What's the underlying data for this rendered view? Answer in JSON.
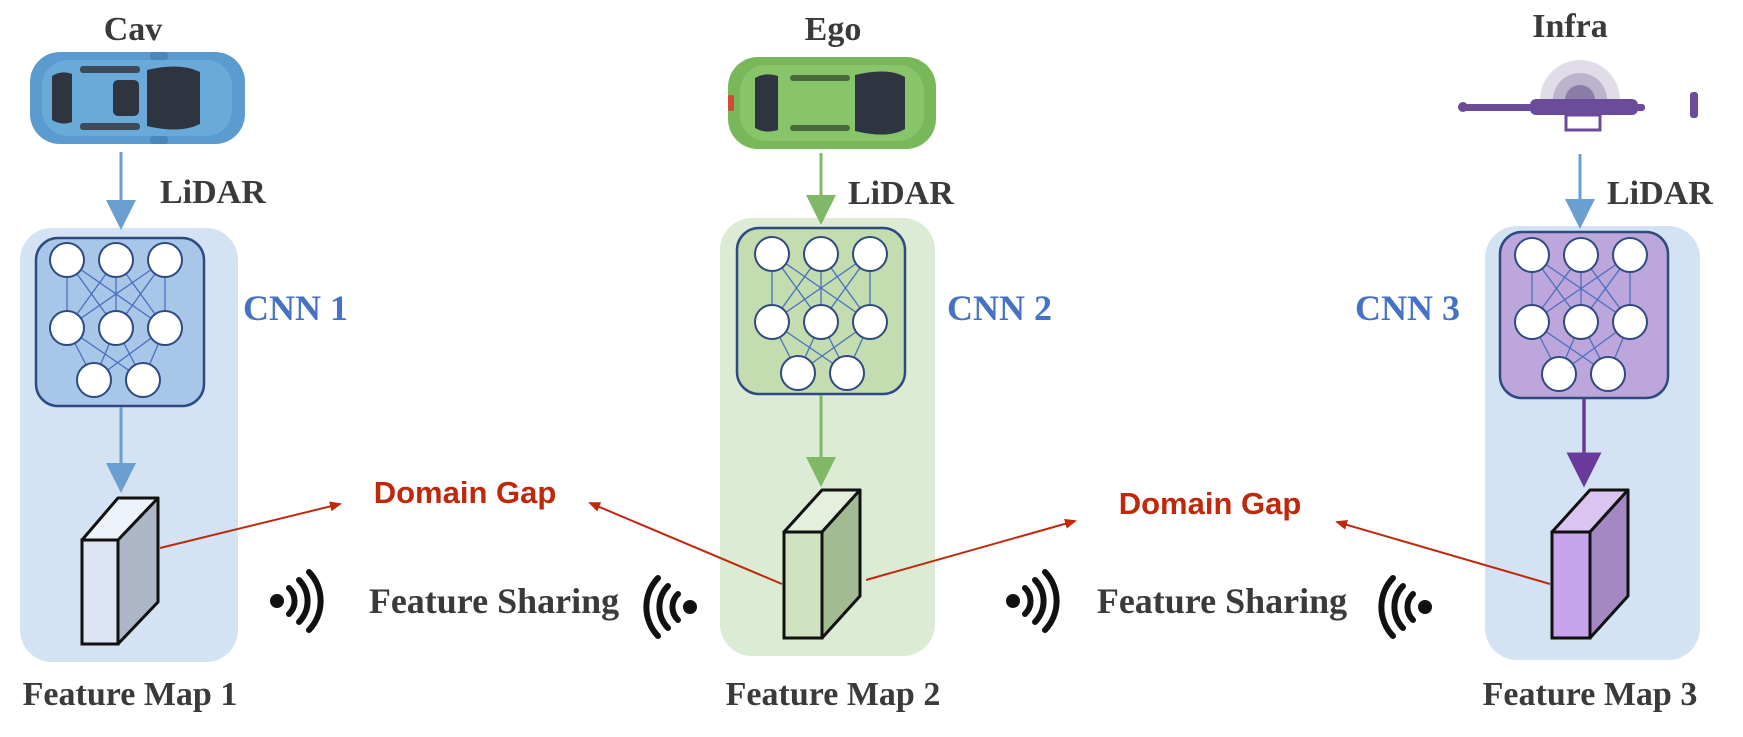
{
  "agents": [
    {
      "name": "Cav",
      "sensor": "LiDAR",
      "cnn": "CNN 1",
      "feature_map": "Feature Map 1"
    },
    {
      "name": "Ego",
      "sensor": "LiDAR",
      "cnn": "CNN 2",
      "feature_map": "Feature Map 2"
    },
    {
      "name": "Infra",
      "sensor": "LiDAR",
      "cnn": "CNN 3",
      "feature_map": "Feature Map 3"
    }
  ],
  "links": [
    {
      "gap_label": "Domain Gap",
      "sharing_label": "Feature Sharing"
    },
    {
      "gap_label": "Domain Gap",
      "sharing_label": "Feature Sharing"
    }
  ],
  "colors": {
    "cav_panel": "#d3e3f3",
    "cav_cnn": "#a8c6e8",
    "cav_arrow": "#6a9fd0",
    "ego_panel": "#dcebd3",
    "ego_cnn": "#c3dcb0",
    "ego_arrow": "#80b868",
    "infra_panel": "#d3e3f3",
    "infra_cnn": "#bca6dc",
    "infra_arrow": "#6a3a9a",
    "cnn_text": "#4472c4",
    "gap_text": "#c0280c",
    "label_text": "#3a3a3a"
  },
  "icons": [
    "car-blue-icon",
    "car-green-icon",
    "roadside-lidar-icon",
    "wireless-signal-icon"
  ]
}
